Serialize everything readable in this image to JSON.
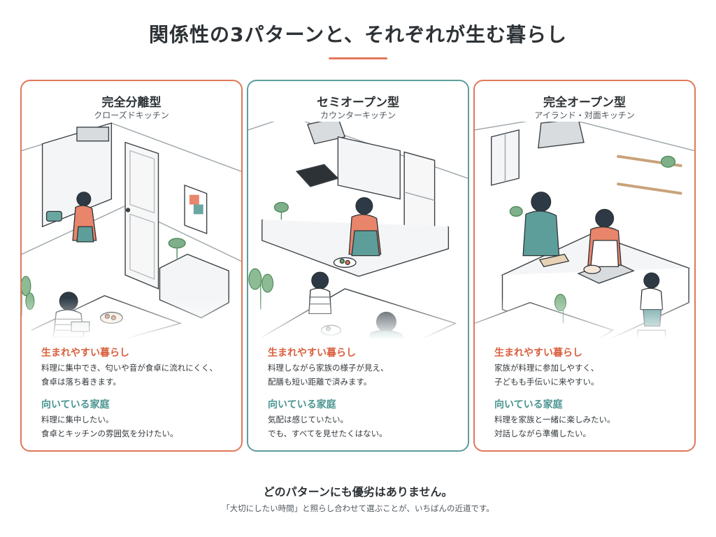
{
  "title": "関係性の3パターンと、それぞれが生む暮らし",
  "cards": [
    {
      "title": "完全分離型",
      "subtitle": "クローズドキッチン",
      "life_heading": "生まれやすい暮らし",
      "life_lines": [
        "料理に集中でき、匂いや音が食卓に流れにくく、",
        "食卓は落ち着きます。"
      ],
      "family_heading": "向いている家庭",
      "family_lines": [
        "料理に集中したい。",
        "食卓とキッチンの雰囲気を分けたい。"
      ]
    },
    {
      "title": "セミオープン型",
      "subtitle": "カウンターキッチン",
      "life_heading": "生まれやすい暮らし",
      "life_lines": [
        "料理しながら家族の様子が見え、",
        "配膳も短い距離で済みます。"
      ],
      "family_heading": "向いている家庭",
      "family_lines": [
        "気配は感じていたい。",
        "でも、すべてを見せたくはない。"
      ]
    },
    {
      "title": "完全オープン型",
      "subtitle": "アイランド・対面キッチン",
      "life_heading": "生まれやすい暮らし",
      "life_lines": [
        "家族が料理に参加しやすく、",
        "子どもも手伝いに来やすい。"
      ],
      "family_heading": "向いている家庭",
      "family_lines": [
        "料理を家族と一緒に楽しみたい。",
        "対話しながら準備したい。"
      ]
    }
  ],
  "footer": {
    "main": "どのパターンにも優劣はありません。",
    "sub": "「大切にしたい時間」と照らし合わせて選ぶことが、いちばんの近道です。"
  },
  "colors": {
    "accent_orange": "#e0785a",
    "accent_teal": "#5d9e9a",
    "heading_orange": "#d9603f",
    "heading_teal": "#4a9591"
  }
}
